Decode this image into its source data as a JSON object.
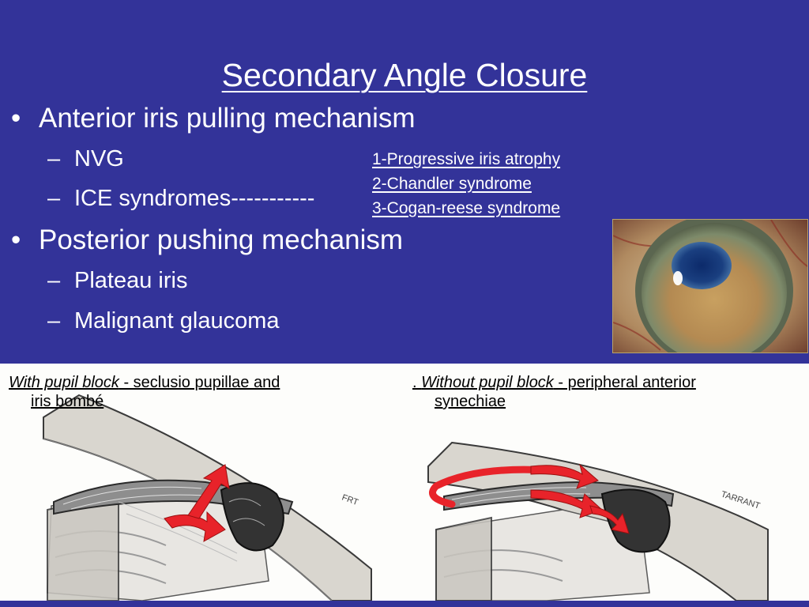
{
  "slide": {
    "title": "Secondary Angle Closure",
    "bullets": [
      {
        "mark": "•",
        "text": "Anterior iris pulling mechanism"
      },
      {
        "mark": "–",
        "text": "NVG"
      },
      {
        "mark": "–",
        "text": "ICE syndromes-----------"
      },
      {
        "mark": "•",
        "text": "Posterior pushing mechanism"
      },
      {
        "mark": "–",
        "text": "Plateau iris"
      },
      {
        "mark": "–",
        "text": "Malignant glaucoma"
      }
    ],
    "ice_list": [
      "1-Progressive iris atrophy",
      "2-Chandler syndrome",
      "3-Cogan-reese syndrome"
    ]
  },
  "diagrams": {
    "left": {
      "caption_italic": "With pupil block",
      "caption_rest": " - seclusio pupillae and",
      "caption_line2": "iris bombé",
      "signature": "FRT"
    },
    "right": {
      "caption_prefix": ". ",
      "caption_italic": "Without pupil block",
      "caption_rest": " - peripheral anterior",
      "caption_line2": "synechiae",
      "signature": "TARRANT"
    }
  },
  "colors": {
    "background": "#333399",
    "text": "#ffffff",
    "arrow": "#e8232a"
  }
}
